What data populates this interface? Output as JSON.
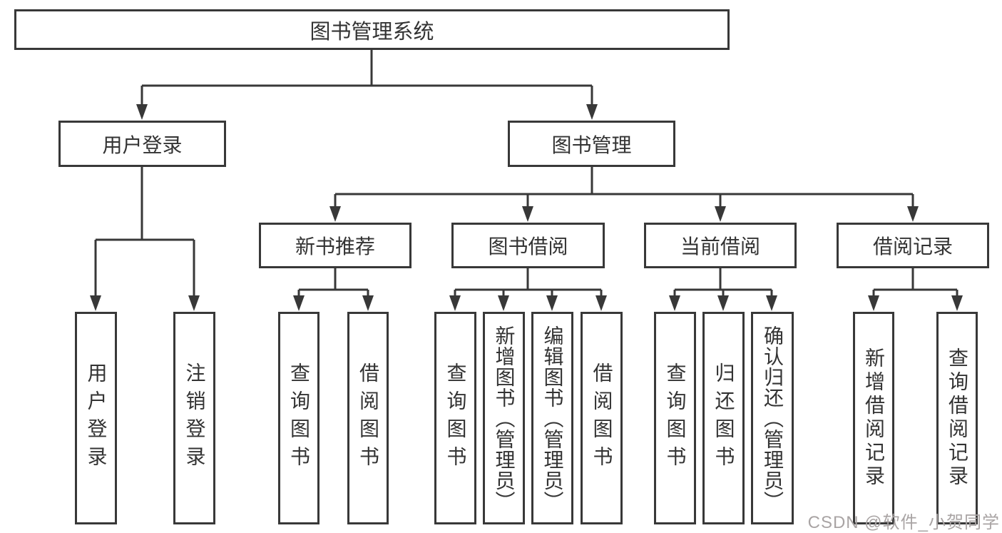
{
  "diagram": {
    "type": "hierarchy-tree",
    "root": {
      "label": "图书管理系统",
      "children": [
        {
          "label": "用户登录",
          "children": [
            {
              "label": "用户登录"
            },
            {
              "label": "注销登录"
            }
          ]
        },
        {
          "label": "图书管理",
          "children": [
            {
              "label": "新书推荐",
              "children": [
                {
                  "label": "查询图书"
                },
                {
                  "label": "借阅图书"
                }
              ]
            },
            {
              "label": "图书借阅",
              "children": [
                {
                  "label": "查询图书"
                },
                {
                  "label": "新增图书（管理员）"
                },
                {
                  "label": "编辑图书（管理员）"
                },
                {
                  "label": "借阅图书"
                }
              ]
            },
            {
              "label": "当前借阅",
              "children": [
                {
                  "label": "查询图书"
                },
                {
                  "label": "归还图书"
                },
                {
                  "label": "确认归还（管理员）"
                }
              ]
            },
            {
              "label": "借阅记录",
              "children": [
                {
                  "label": "新增借阅记录"
                },
                {
                  "label": "查询借阅记录"
                }
              ]
            }
          ]
        }
      ]
    },
    "colors": {
      "line": "#383838",
      "box_border": "#383838",
      "text": "#333333",
      "background": "#ffffff",
      "watermark": "#a9a4a4"
    }
  },
  "watermark": {
    "text": "CSDN @软件_小贺同学"
  }
}
